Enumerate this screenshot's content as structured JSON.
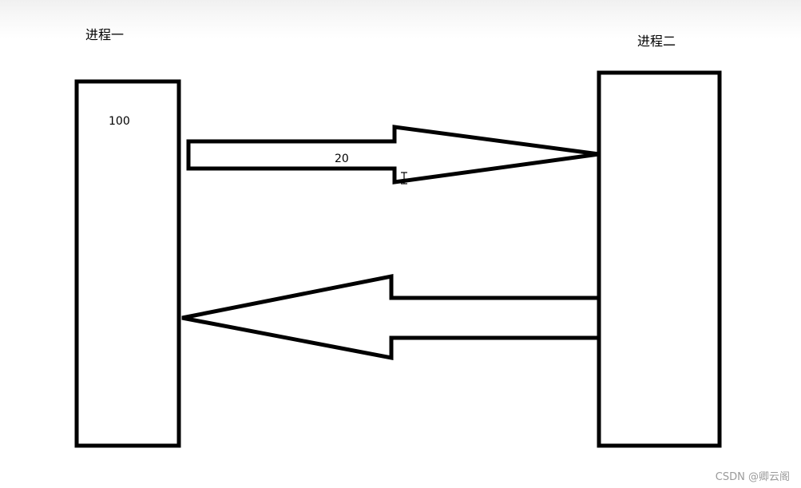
{
  "process_one": {
    "title": "进程一",
    "value": "100"
  },
  "process_two": {
    "title": "进程二"
  },
  "arrow_right": {
    "label": "20"
  },
  "watermark": "CSDN @卿云阁",
  "colors": {
    "stroke": "#000000",
    "background": "#ffffff",
    "watermark": "#9a9a9a"
  }
}
